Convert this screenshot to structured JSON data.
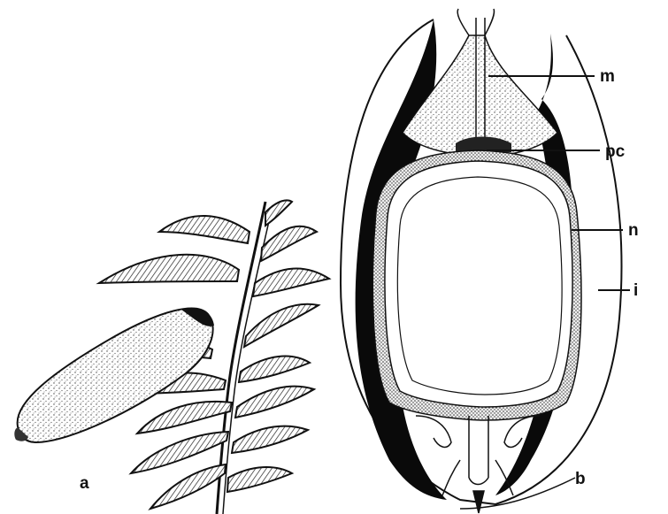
{
  "figure": {
    "panels": [
      {
        "id": "a",
        "label": "a"
      },
      {
        "id": "b",
        "label": "b"
      }
    ],
    "callouts": [
      {
        "id": "m",
        "text": "m"
      },
      {
        "id": "pc",
        "text": "pc"
      },
      {
        "id": "n",
        "text": "n"
      },
      {
        "id": "i",
        "text": "i"
      }
    ]
  }
}
